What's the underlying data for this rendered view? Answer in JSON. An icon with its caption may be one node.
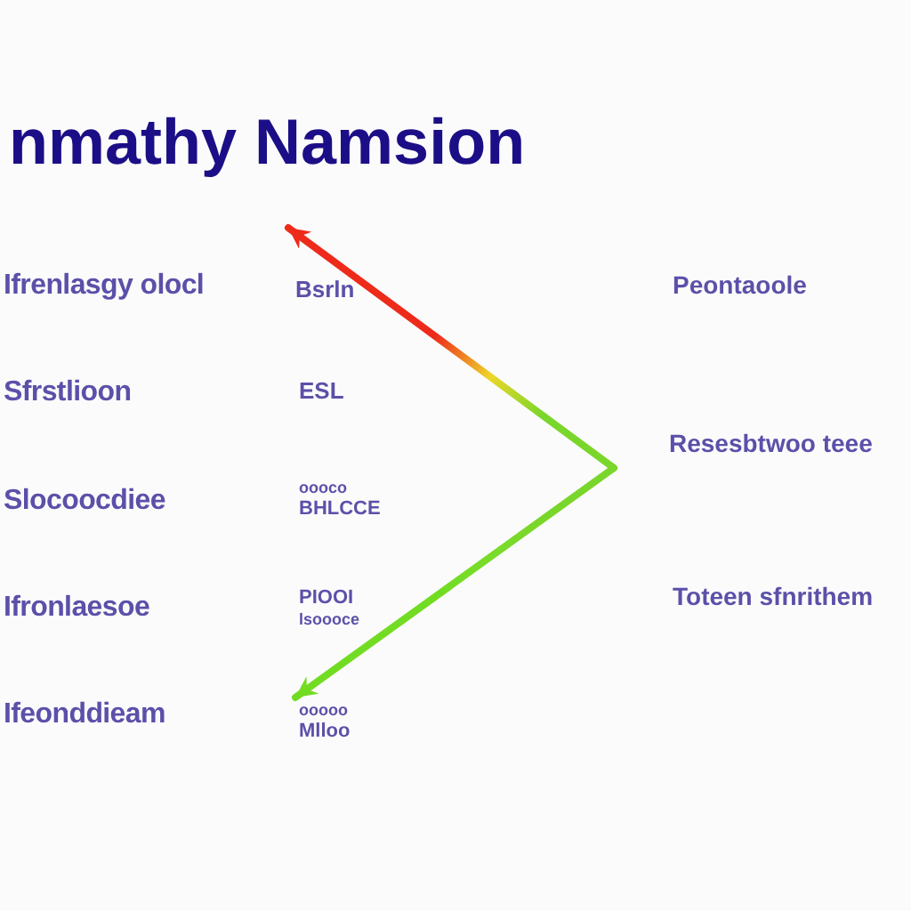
{
  "diagram": {
    "title": "nmathy Namsion",
    "nodes": [
      {
        "text": [
          "Bsrln"
        ]
      },
      {
        "text": [
          "ooooo",
          "Mlloo"
        ]
      }
    ],
    "edges": [
      {
        "from": null,
        "to": 0,
        "arrow": "to",
        "color": "#ee2a1b"
      },
      {
        "from": null,
        "to": 1,
        "arrow": "to",
        "color": "#72dc22"
      }
    ],
    "labels": [
      "Ifrenlasgy olocl",
      "Peontaoole",
      "Sfrstlioon",
      "ESL",
      "Resesbtwoo teee",
      "Slocoocdiee",
      "oooco",
      "BHLCCE",
      "Ifronlaesoe",
      "PIOOI",
      "lsoooce",
      "Toteen sfnrithem",
      "Ifeonddieam"
    ]
  }
}
